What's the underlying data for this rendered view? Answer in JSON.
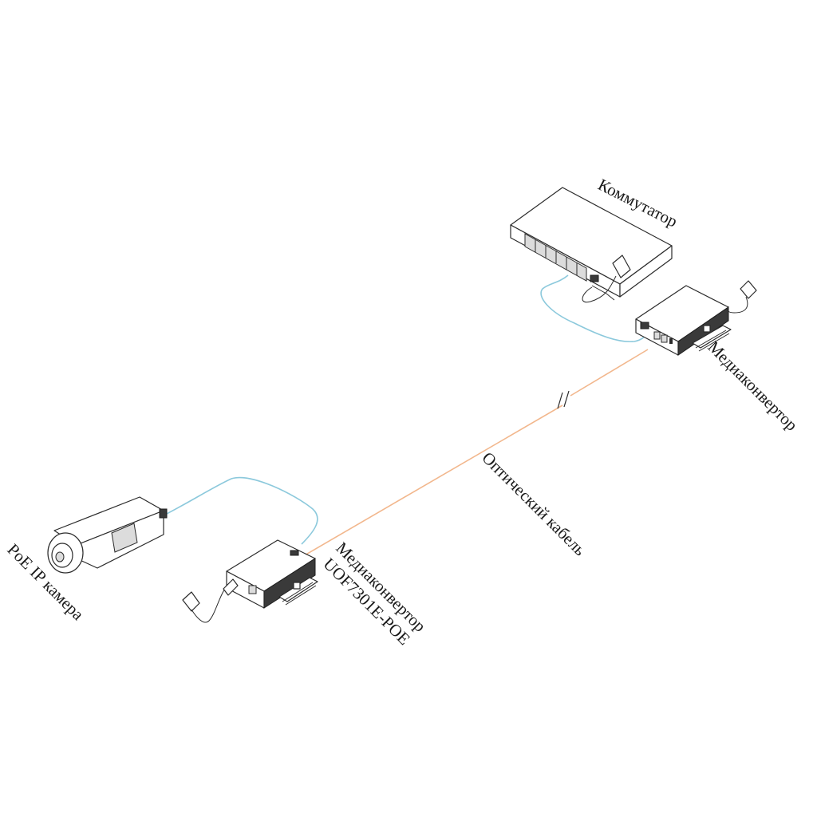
{
  "labels": {
    "switch": "Коммутатор",
    "converter_top": "Медиаконвертор",
    "optical_cable": "Оптический кабель",
    "converter_bottom_line1": "Медиаконвертор",
    "converter_bottom_line2": "UOF7301E-POE",
    "camera": "PoE IP камера"
  },
  "colors": {
    "ethernet_cable": "#8cc9dc",
    "optical_cable": "#f2b78d",
    "device_line": "#2b2b2b",
    "device_dark": "#3a3a3a"
  }
}
